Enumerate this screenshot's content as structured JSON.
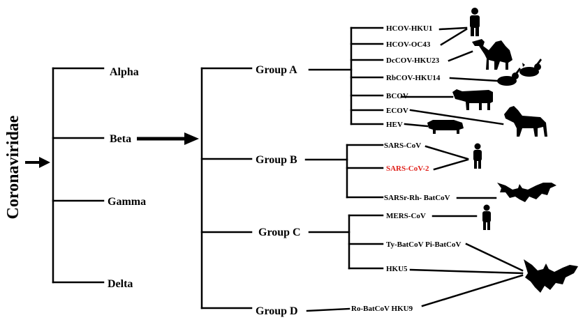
{
  "root": {
    "label": "Coronaviridae"
  },
  "genera": [
    {
      "label": "Alpha"
    },
    {
      "label": "Beta"
    },
    {
      "label": "Gamma"
    },
    {
      "label": "Delta"
    }
  ],
  "groups": [
    {
      "label": "Group A"
    },
    {
      "label": "Group B"
    },
    {
      "label": "Group C"
    },
    {
      "label": "Group D"
    }
  ],
  "viruses": {
    "group_a": [
      "HCOV-HKU1",
      "HCOV-OC43",
      "DcCOV-HKU23",
      "RbCOV-HKU14",
      "BCOV",
      "ECOV",
      "HEV"
    ],
    "group_b": [
      "SARS-CoV",
      "SARS-CoV-2",
      "SARSr-Rh- BatCoV"
    ],
    "group_c": [
      "MERS-CoV",
      "Ty-BatCoV Pi-BatCoV",
      "HKU5"
    ],
    "group_d": [
      "Ro-BatCoV HKU9"
    ]
  },
  "highlight": {
    "virus": "SARS-CoV-2",
    "color": "#e0201a"
  },
  "host_icons": [
    "human-icon",
    "camel-icon",
    "rabbit-icon",
    "cow-icon",
    "horse-icon",
    "pig-icon",
    "bat-icon"
  ]
}
